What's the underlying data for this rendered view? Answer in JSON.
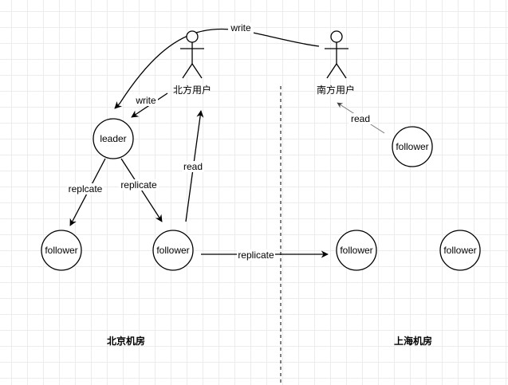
{
  "nodes": {
    "leader": "leader",
    "follower_bj_left": "follower",
    "follower_bj_right": "follower",
    "follower_sh_top": "follower",
    "follower_sh_mid": "follower",
    "follower_sh_right": "follower"
  },
  "actors": {
    "north_user": "北方用户",
    "south_user": "南方用户"
  },
  "edges": {
    "south_write": "write",
    "north_write": "write",
    "leader_to_left": "replcate",
    "leader_to_right": "replicate",
    "follower_read": "read",
    "cross_replicate": "replicate",
    "south_read": "read"
  },
  "regions": {
    "beijing": "北京机房",
    "shanghai": "上海机房"
  }
}
